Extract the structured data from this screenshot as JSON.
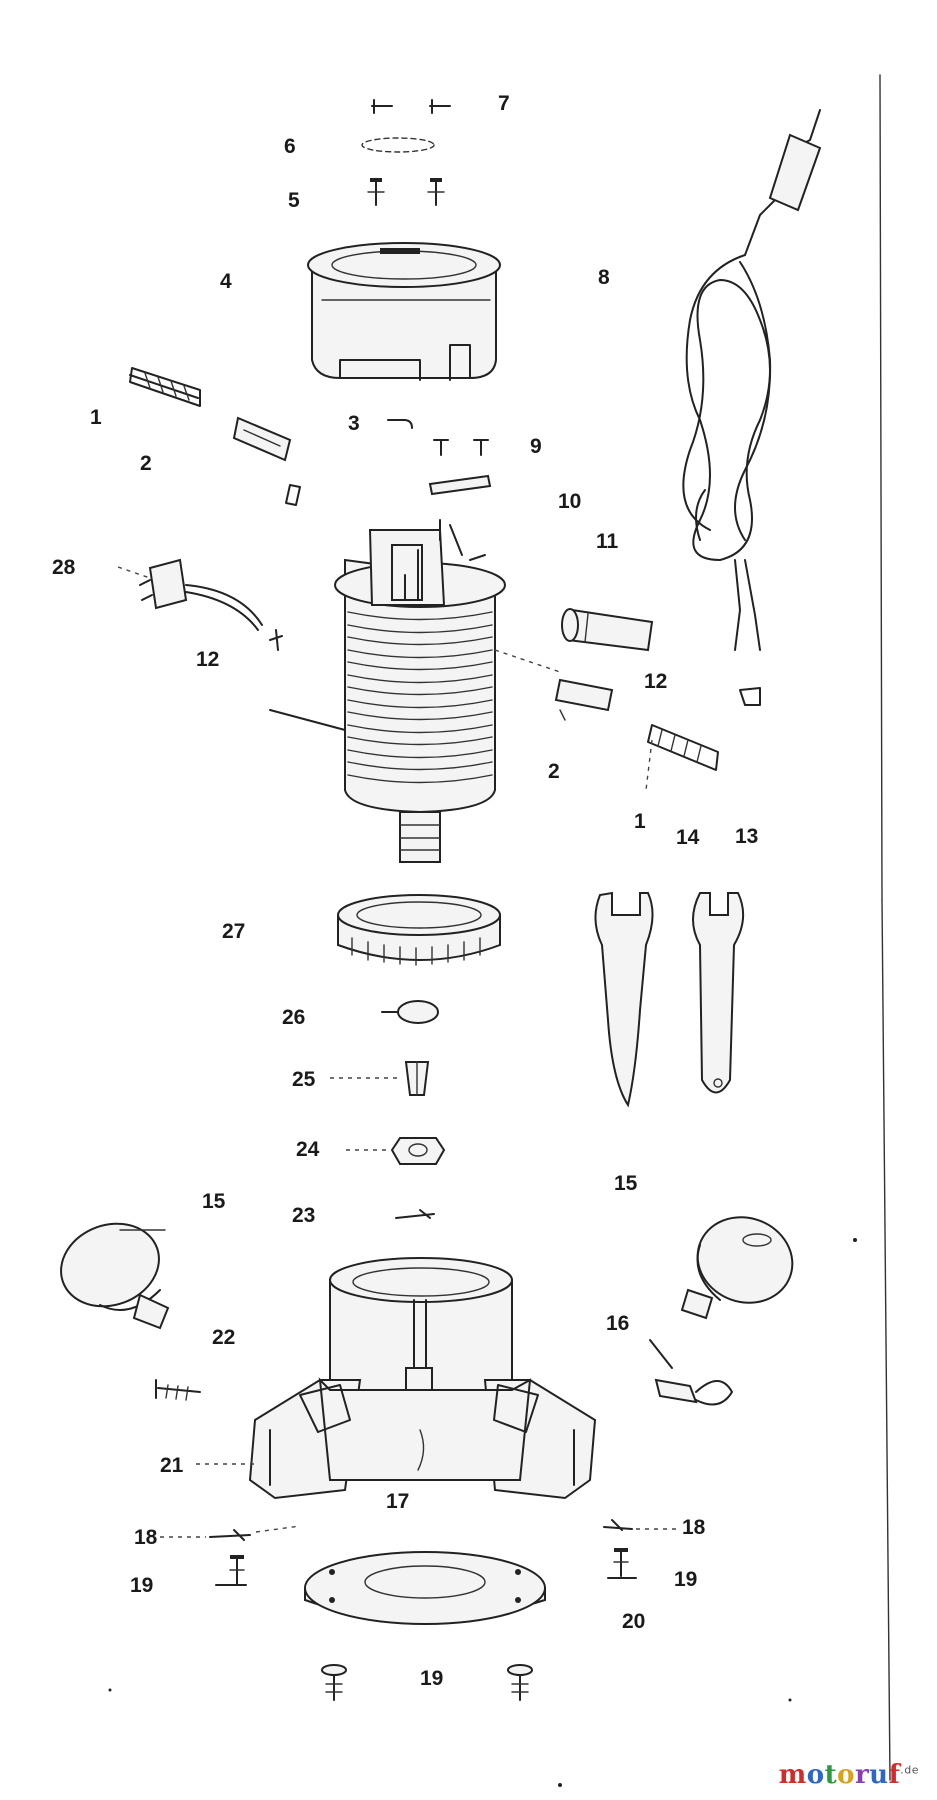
{
  "labels": [
    "1",
    "2",
    "3",
    "4",
    "5",
    "6",
    "7",
    "8",
    "9",
    "10",
    "11",
    "12",
    "13",
    "14",
    "15",
    "16",
    "17",
    "18",
    "19",
    "20",
    "21",
    "22",
    "23",
    "24",
    "25",
    "26",
    "27",
    "28"
  ],
  "watermark": {
    "letters": [
      "m",
      "o",
      "t",
      "o",
      "r",
      "u",
      "f"
    ],
    "colors": [
      "#d42a2a",
      "#2f66c8",
      "#2e9a3e",
      "#d9a21b",
      "#8a3fb0",
      "#2f66c8",
      "#d42a2a"
    ],
    "suffix": ".de"
  }
}
